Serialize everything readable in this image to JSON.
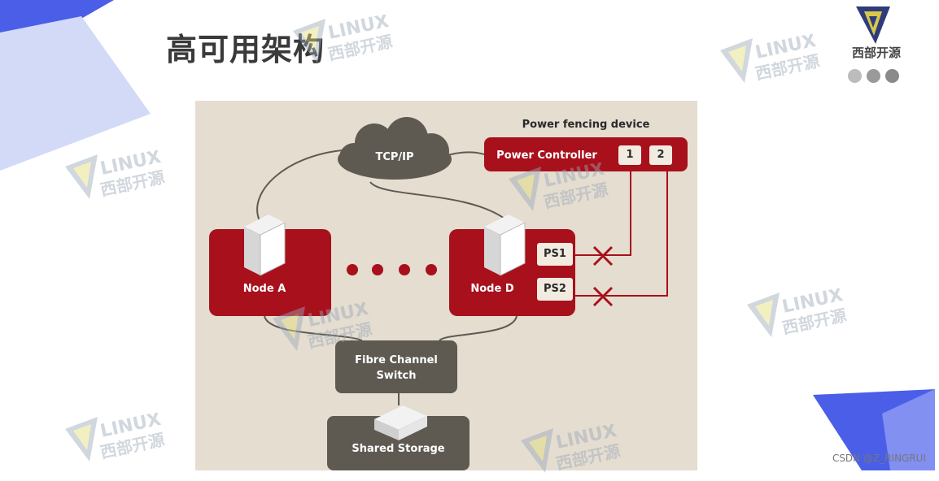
{
  "slide": {
    "title": "高可用架构",
    "logo_text": "西部开源",
    "credit": "CSDN @Z_RINGRUI"
  },
  "watermark": {
    "line1": "LINUX",
    "line2": "西部开源"
  },
  "diagram": {
    "power_fencing_label": "Power fencing device",
    "power_controller_label": "Power Controller",
    "port_labels": [
      "1",
      "2"
    ],
    "cloud_label": "TCP/IP",
    "node_a_label": "Node A",
    "node_d_label": "Node D",
    "ps_labels": [
      "PS1",
      "PS2"
    ],
    "switch_label_line1": "Fibre Channel",
    "switch_label_line2": "Switch",
    "storage_label": "Shared Storage"
  },
  "colors": {
    "node_red": "#a8101c",
    "switch_gray": "#5e5a52",
    "diagram_bg": "#e4ddd0",
    "deco_blue": "#4a5ee8",
    "deco_light": "#cfd6f7"
  }
}
